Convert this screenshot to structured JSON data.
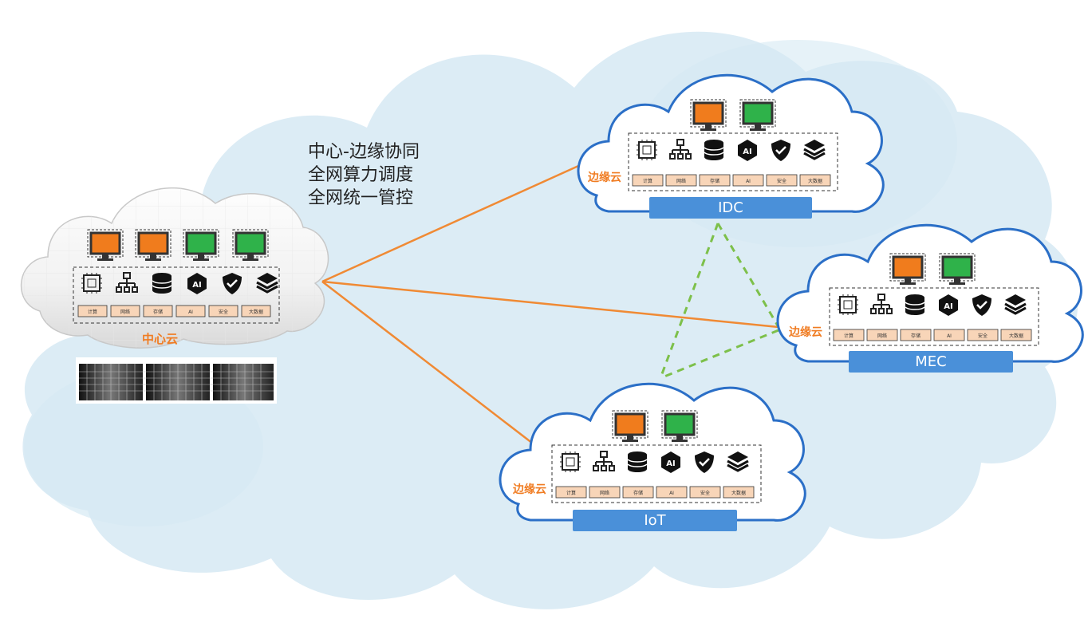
{
  "slogan": [
    "中心-边缘协同",
    "全网算力调度",
    "全网统一管控"
  ],
  "center": {
    "label": "中心云",
    "capabilities": [
      "计算",
      "网络",
      "存储",
      "AI",
      "安全",
      "大数据"
    ]
  },
  "edges": [
    {
      "id": "idc",
      "tag": "边缘云",
      "name": "IDC",
      "capabilities": [
        "计算",
        "网络",
        "存储",
        "AI",
        "安全",
        "大数据"
      ]
    },
    {
      "id": "mec",
      "tag": "边缘云",
      "name": "MEC",
      "capabilities": [
        "计算",
        "网络",
        "存储",
        "AI",
        "安全",
        "大数据"
      ]
    },
    {
      "id": "iot",
      "tag": "边缘云",
      "name": "IoT",
      "capabilities": [
        "计算",
        "网络",
        "存储",
        "AI",
        "安全",
        "大数据"
      ]
    }
  ],
  "links": {
    "center_to_edge_color": "#f08a34",
    "edge_to_edge_color": "#7dc04a"
  },
  "colors": {
    "sky_cloud": "#d6e9f3",
    "monitor_orange": "#f07c1d",
    "monitor_green": "#2fb24a",
    "cap_box": "#f8d5b8",
    "type_bar": "#4a90d9"
  },
  "icons": [
    "chip-icon",
    "network-tree-icon",
    "database-icon",
    "ai-icon",
    "shield-icon",
    "layers-icon"
  ]
}
